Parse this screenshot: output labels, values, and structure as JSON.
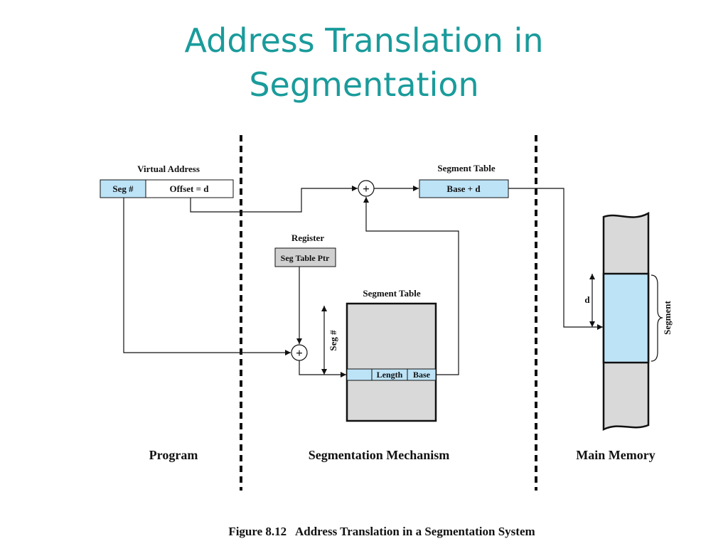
{
  "title": {
    "line1": "Address Translation in",
    "line2": "Segmentation"
  },
  "diagram": {
    "virtual_address": {
      "label": "Virtual Address",
      "seg_field": "Seg #",
      "offset_field": "Offset = d"
    },
    "segment_table_top": {
      "label": "Segment Table",
      "field": "Base + d"
    },
    "register": {
      "label": "Register",
      "field": "Seg Table Ptr"
    },
    "segment_table": {
      "label": "Segment Table",
      "length_field": "Length",
      "base_field": "Base",
      "seg_index_label": "Seg #"
    },
    "adder_symbol": "+",
    "main_memory": {
      "offset_label": "d",
      "segment_label": "Segment"
    },
    "sections": {
      "program": "Program",
      "mechanism": "Segmentation Mechanism",
      "memory": "Main Memory"
    },
    "caption": "Figure 8.12   Address Translation in a Segmentation System"
  },
  "colors": {
    "title": "#1a9b9b",
    "field_fill": "#bde3f7",
    "table_fill": "#d9d9d9",
    "register_fill": "#d0d0d0",
    "memory_fill": "#d9d9d9"
  }
}
